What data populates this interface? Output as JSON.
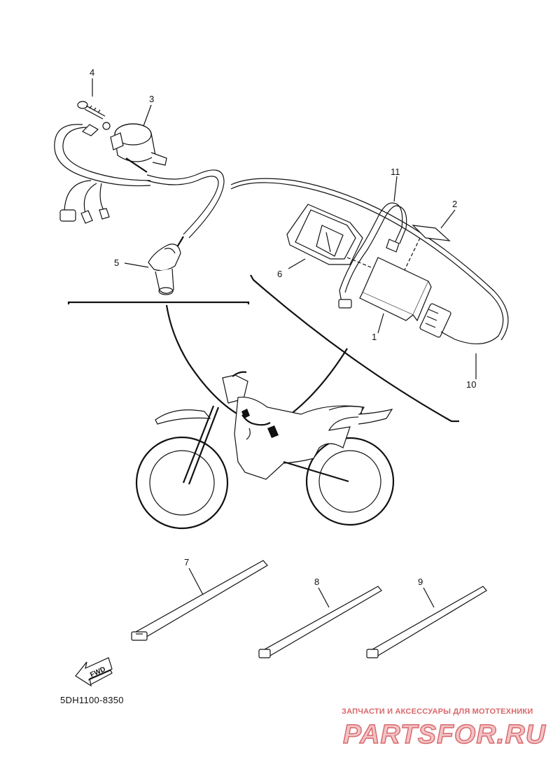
{
  "callouts": [
    {
      "id": "1",
      "label": "1"
    },
    {
      "id": "2",
      "label": "2"
    },
    {
      "id": "3",
      "label": "3"
    },
    {
      "id": "4",
      "label": "4"
    },
    {
      "id": "5",
      "label": "5"
    },
    {
      "id": "6",
      "label": "6"
    },
    {
      "id": "7",
      "label": "7"
    },
    {
      "id": "8",
      "label": "8"
    },
    {
      "id": "9",
      "label": "9"
    },
    {
      "id": "10",
      "label": "10"
    },
    {
      "id": "11",
      "label": "11"
    }
  ],
  "direction_label": "FWD",
  "diagram_code": "5DH1100-8350",
  "watermark": {
    "tagline": "ЗАПЧАСТИ И АКСЕССУАРЫ ДЛЯ МОТОТЕХНИКИ",
    "brand": "PARTSFOR.RU"
  }
}
